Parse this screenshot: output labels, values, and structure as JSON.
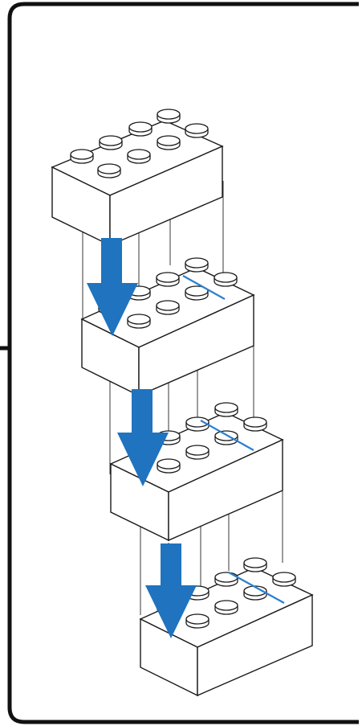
{
  "page": {
    "background": "#ffffff"
  },
  "colors": {
    "frame": "#111111",
    "brick_fill": "#ffffff",
    "brick_stroke": "#1a1a1a",
    "arrow": "#1f73bf",
    "alignment_mark": "#2a7fcf",
    "guide_line": "#222222"
  },
  "diagram": {
    "type": "instruction-step",
    "bricks": [
      {
        "name": "brick-top",
        "size": "2x4"
      },
      {
        "name": "brick-upper-middle",
        "size": "2x4"
      },
      {
        "name": "brick-lower-middle",
        "size": "2x4"
      },
      {
        "name": "brick-bottom",
        "size": "2x4"
      }
    ],
    "arrows": [
      {
        "name": "arrow-1",
        "direction": "down"
      },
      {
        "name": "arrow-2",
        "direction": "down"
      },
      {
        "name": "arrow-3",
        "direction": "down"
      }
    ]
  }
}
